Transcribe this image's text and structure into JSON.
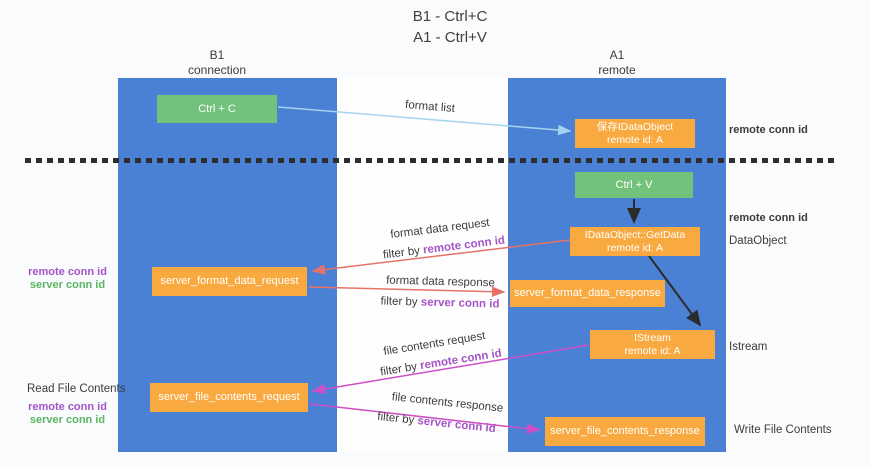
{
  "title": {
    "line1": "B1 - Ctrl+C",
    "line2": "A1 - Ctrl+V"
  },
  "columns": {
    "left": {
      "name": "B1",
      "role": "connection"
    },
    "right": {
      "name": "A1",
      "role": "remote"
    }
  },
  "boxes": {
    "ctrl_c": "Ctrl + C",
    "ctrl_v": "Ctrl + V",
    "save_dataobject": {
      "line1": "保存IDataObject",
      "line2": "remote id: A"
    },
    "getdata": {
      "line1": "IDataObject::GetData",
      "line2": "remote id: A"
    },
    "istream": {
      "line1": "IStream",
      "line2": "remote id: A"
    },
    "server_format_data_request": "server_format_data_request",
    "server_format_data_response": "server_format_data_response",
    "server_file_contents_request": "server_file_contents_request",
    "server_file_contents_response": "server_file_contents_response"
  },
  "flow_labels": {
    "format_list": "format list",
    "format_data_request": "format data request",
    "format_data_response": "format data response",
    "file_contents_request": "file contents request",
    "file_contents_response": "file contents response",
    "filter_by": "filter by",
    "remote_conn_id": "remote conn id",
    "server_conn_id": "server conn id"
  },
  "side_labels": {
    "remote_conn_id": "remote conn id",
    "server_conn_id": "server conn id",
    "data_object": "DataObject",
    "istream": "Istream",
    "read_file_contents": "Read File Contents",
    "write_file_contents": "Write File Contents"
  },
  "colors": {
    "lifeline_blue": "#4b81d5",
    "box_green": "#73c27b",
    "box_orange": "#f8a93f",
    "arrow_light_blue": "#a5d4f0",
    "arrow_red": "#e57368",
    "arrow_magenta": "#ce4fc6",
    "arrow_black": "#2b2b2b",
    "text_purple": "#a355c8",
    "text_green": "#5bb561"
  }
}
